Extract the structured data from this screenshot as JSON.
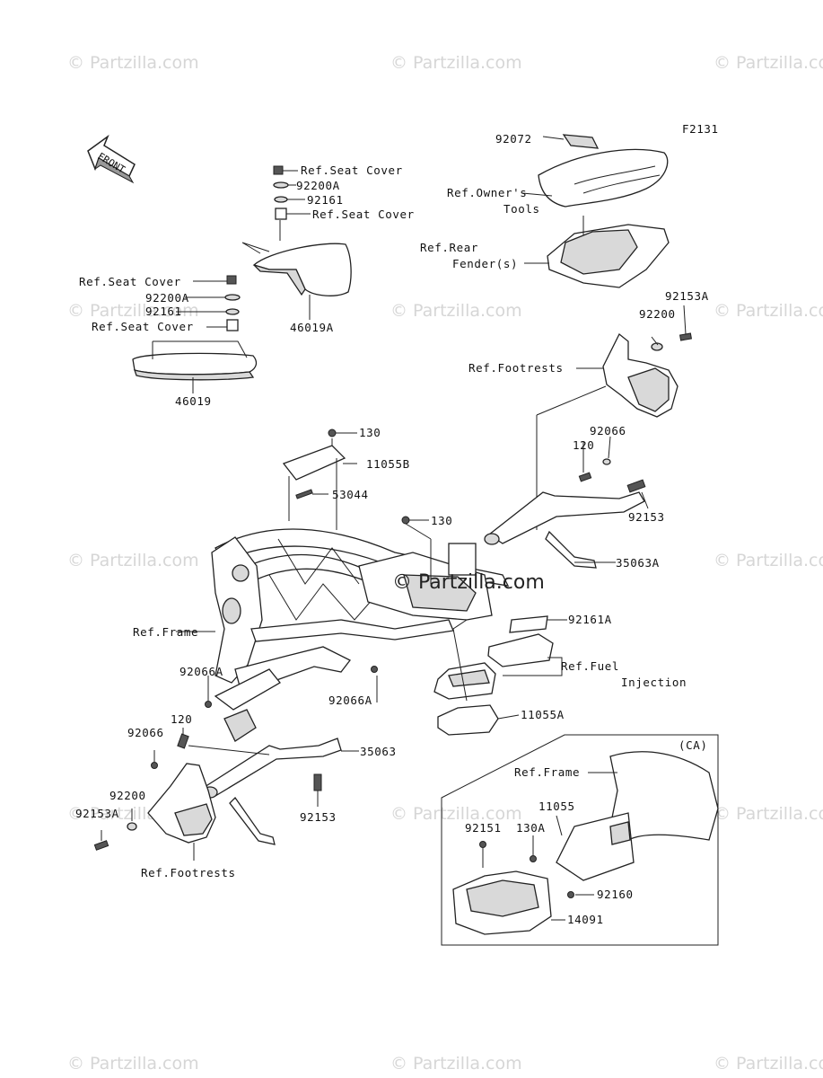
{
  "figure_code": "F2131",
  "front_arrow_text": "FRONT",
  "watermark": "© Partzilla.com",
  "center_watermark": "© Partzilla.com",
  "ca_box_label": "(CA)",
  "labels": {
    "l92072": "92072",
    "owners_tools_1": "Ref.Owner's",
    "owners_tools_2": "Tools",
    "rear_fender_1": "Ref.Rear",
    "rear_fender_2": "Fender(s)",
    "seat_cover_a1": "Ref.Seat Cover",
    "l92200A_a": "92200A",
    "l92161_a": "92161",
    "seat_cover_a2": "Ref.Seat Cover",
    "l46019A": "46019A",
    "seat_cover_b1": "Ref.Seat Cover",
    "l92200A_b": "92200A",
    "l92161_b": "92161",
    "seat_cover_b2": "Ref.Seat Cover",
    "l46019": "46019",
    "l92153A_r": "92153A",
    "l92200_r": "92200",
    "footrests_r": "Ref.Footrests",
    "l92066_r": "92066",
    "l120_r": "120",
    "l92153_r": "92153",
    "l35063A": "35063A",
    "l130_top": "130",
    "l11055B": "11055B",
    "l53044": "53044",
    "l130_mid": "130",
    "l92161A": "92161A",
    "fuel_inj_1": "Ref.Fuel",
    "fuel_inj_2": "Injection",
    "l11055A": "11055A",
    "frame_l": "Ref.Frame",
    "l92066A_l": "92066A",
    "l92066A_c": "92066A",
    "l120_l": "120",
    "l92066_l": "92066",
    "l35063": "35063",
    "l92200_l": "92200",
    "l92153A_l": "92153A",
    "l92153_l": "92153",
    "footrests_l": "Ref.Footrests",
    "frame_ca": "Ref.Frame",
    "l11055": "11055",
    "l92151": "92151",
    "l130A": "130A",
    "l92160": "92160",
    "l14091": "14091"
  }
}
